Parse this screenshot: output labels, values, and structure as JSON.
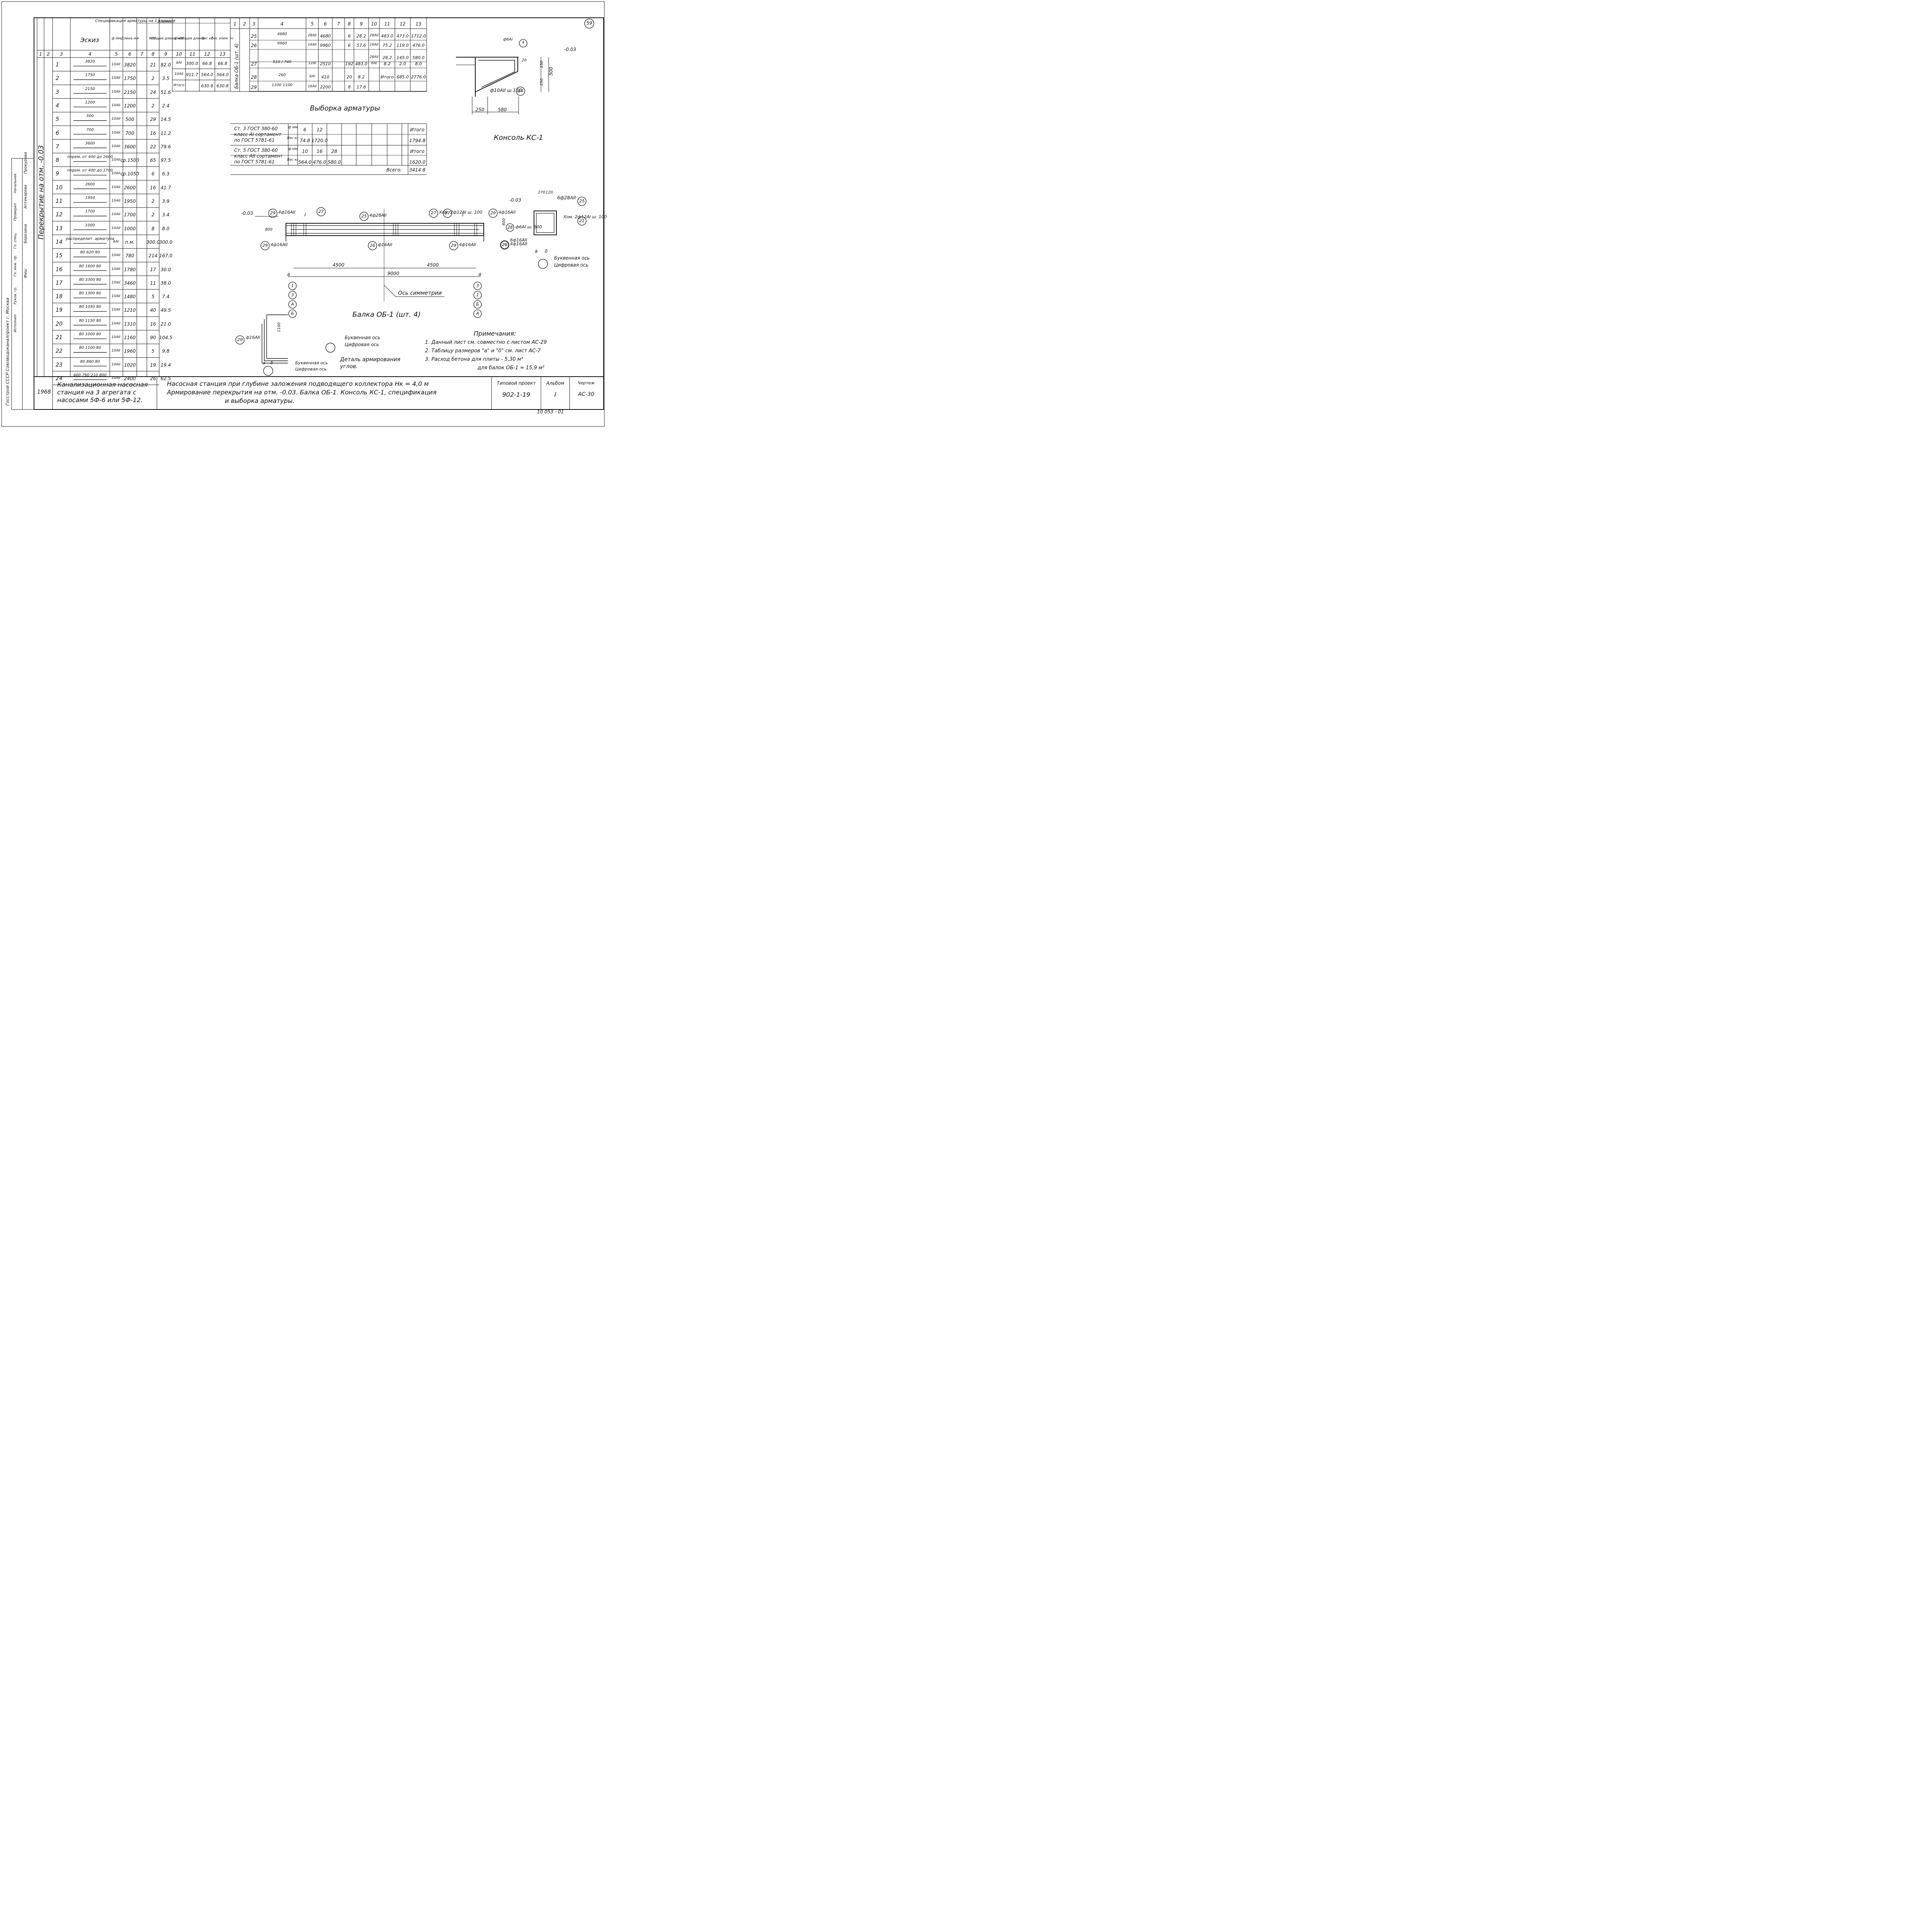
{
  "sheet_number": "59",
  "spec_table": {
    "title": "Спецификация арматуры на 1 элемент",
    "col_numbers": [
      "1",
      "2",
      "3",
      "4",
      "5",
      "6",
      "7",
      "8",
      "9",
      "10",
      "11",
      "12",
      "13"
    ],
    "headers": {
      "element": "Элемент",
      "pos": "№",
      "sketch": "Эскиз",
      "dia": "ф мм",
      "length": "Длина мм",
      "count": "Кол.",
      "total_length": "Общая длина м",
      "steel": "ф мм",
      "total": "Общая длина",
      "weight": "Вес кг",
      "weight_total": "Вес элем. кг"
    },
    "group_label": "Перекрытие на отм. -0.03",
    "rows": [
      {
        "n": "1",
        "sketch": "3820",
        "cls": "10AII",
        "len": "3820",
        "cnt": "21",
        "tot": "82.0"
      },
      {
        "n": "2",
        "sketch": "1750",
        "cls": "10AII",
        "len": "1750",
        "cnt": "2",
        "tot": "3.5"
      },
      {
        "n": "3",
        "sketch": "2150",
        "cls": "10AII",
        "len": "2150",
        "cnt": "24",
        "tot": "51.6"
      },
      {
        "n": "4",
        "sketch": "1200",
        "cls": "10AII",
        "len": "1200",
        "cnt": "2",
        "tot": "2.4"
      },
      {
        "n": "5",
        "sketch": "500",
        "cls": "10AII",
        "len": "500",
        "cnt": "29",
        "tot": "14.5"
      },
      {
        "n": "6",
        "sketch": "700",
        "cls": "10AII",
        "len": "700",
        "cnt": "16",
        "tot": "11.2"
      },
      {
        "n": "7",
        "sketch": "3600",
        "cls": "10AII",
        "len": "3600",
        "cnt": "22",
        "tot": "79.6"
      },
      {
        "n": "8",
        "sketch": "перем. от 400 до 2600",
        "cls": "10AII",
        "len": "ср.1500",
        "cnt": "65",
        "tot": "97.5"
      },
      {
        "n": "9",
        "sketch": "перем. от 400 до 1700",
        "cls": "10AII",
        "len": "ср.1050",
        "cnt": "6",
        "tot": "6.3"
      },
      {
        "n": "10",
        "sketch": "2600",
        "cls": "10AII",
        "len": "2600",
        "cnt": "16",
        "tot": "41.7"
      },
      {
        "n": "11",
        "sketch": "1950",
        "cls": "10AII",
        "len": "1950",
        "cnt": "2",
        "tot": "3.9"
      },
      {
        "n": "12",
        "sketch": "1700",
        "cls": "10AII",
        "len": "1700",
        "cnt": "2",
        "tot": "3.4"
      },
      {
        "n": "13",
        "sketch": "1000",
        "cls": "10AII",
        "len": "1000",
        "cnt": "8",
        "tot": "8.0"
      },
      {
        "n": "14",
        "sketch": "распределит. арматура",
        "cls": "6AI",
        "len": "п.м.",
        "cnt": "300.0",
        "tot": "300.0"
      },
      {
        "n": "15",
        "sketch": "80 620 80",
        "cls": "10AII",
        "len": "780",
        "cnt": "214",
        "tot": "167.0"
      },
      {
        "n": "16",
        "sketch": "80 1600 80",
        "cls": "10AII",
        "len": "1780",
        "cnt": "17",
        "tot": "30.0"
      },
      {
        "n": "17",
        "sketch": "80 3300 80",
        "cls": "10AII",
        "len": "3460",
        "cnt": "11",
        "tot": "38.0"
      },
      {
        "n": "18",
        "sketch": "80 1300 80",
        "cls": "10AII",
        "len": "1480",
        "cnt": "5",
        "tot": "7.4"
      },
      {
        "n": "19",
        "sketch": "80 1050 80",
        "cls": "10AII",
        "len": "1210",
        "cnt": "40",
        "tot": "49.5"
      },
      {
        "n": "20",
        "sketch": "80 1150 80",
        "cls": "10AII",
        "len": "1310",
        "cnt": "16",
        "tot": "21.0"
      },
      {
        "n": "21",
        "sketch": "80 1000 80",
        "cls": "10AII",
        "len": "1160",
        "cnt": "90",
        "tot": "104.5"
      },
      {
        "n": "22",
        "sketch": "80 1100 80",
        "cls": "10AII",
        "len": "1960",
        "cnt": "5",
        "tot": "9.8"
      },
      {
        "n": "23",
        "sketch": "80 860 80",
        "cls": "10AII",
        "len": "1020",
        "cnt": "19",
        "tot": "19.4"
      },
      {
        "n": "24",
        "sketch": "600 790 210 800",
        "cls": "10AII",
        "len": "2400",
        "cnt": "26",
        "tot": "62.5"
      }
    ],
    "steel_rows": [
      {
        "d": "6AI",
        "len": "300.0",
        "w": "66.8",
        "wt": "66.8"
      },
      {
        "d": "10AII",
        "len": "911.7",
        "w": "564.0",
        "wt": "564.0"
      },
      {
        "d": "Итого",
        "len": "",
        "w": "630.8",
        "wt": "630.8"
      }
    ]
  },
  "beam_table": {
    "label": "Балка ОБ-1 (шт. 4)",
    "rows": [
      {
        "n": "25",
        "sketch": "4680",
        "cls": "28AII",
        "len": "4680",
        "cnt": "6",
        "tot": "28.2",
        "c10": "28AII",
        "c11": "483.0",
        "c12": "473.0",
        "c13": "1712.0"
      },
      {
        "n": "26",
        "sketch": "9960",
        "cls": "16AII",
        "len": "9960",
        "cnt": "6",
        "tot": "57.6",
        "c10": "16AII",
        "c11": "75.2",
        "c12": "119.0",
        "c13": "476.0"
      },
      {
        "n": "",
        "sketch": "",
        "cls": "",
        "len": "",
        "cnt": "",
        "tot": "",
        "c10": "28AII",
        "c11": "28.2",
        "c12": "145.0",
        "c13": "580.0"
      },
      {
        "n": "27",
        "sketch": "510 / 740",
        "cls": "12AI",
        "len": "2510",
        "cnt": "192",
        "tot": "483.0",
        "c10": "6AI",
        "c11": "8.2",
        "c12": "2.0",
        "c13": "8.0"
      },
      {
        "n": "28",
        "sketch": "260",
        "cls": "6AI",
        "len": "410",
        "cnt": "20",
        "tot": "8.2",
        "c10": "",
        "c11": "Итого",
        "c12": "685.0",
        "c13": "2776.0"
      },
      {
        "n": "29",
        "sketch": "1100 1100",
        "cls": "16AII",
        "len": "2200",
        "cnt": "8",
        "tot": "17.6",
        "c10": "",
        "c11": "",
        "c12": "",
        "c13": ""
      }
    ]
  },
  "selection": {
    "title": "Выборка арматуры",
    "rows": [
      {
        "desc": "Ст. 3 ГОСТ 380-60 класс АI сортамент по ГОСТ 5781-61",
        "k1": "ф мм",
        "v1": [
          "6",
          "12"
        ],
        "k2": "Вес кг",
        "v2": [
          "74.8",
          "1720.0"
        ],
        "i1": "Итого",
        "i2": "1794.8"
      },
      {
        "desc": "Ст. 5 ГОСТ 380-60 класс АII сортамент по ГОСТ 5781-61",
        "k1": "ф мм",
        "v1": [
          "10",
          "16",
          "28"
        ],
        "k2": "Вес кг",
        "v2": [
          "564.0",
          "476.0",
          "580.0"
        ],
        "i1": "Итого",
        "i2": "1620.0"
      }
    ],
    "total_label": "Всего:",
    "total": "3414.8"
  },
  "console": {
    "title": "Консоль КС-1",
    "dims": [
      "250",
      "580",
      "250",
      "250",
      "500",
      "20"
    ],
    "mark": "-0.03",
    "rebar": "ф10АII ш.150",
    "pos": "24",
    "top_rebar": "ф6AI",
    "top_pos": "4"
  },
  "beam": {
    "title": "Балка ОБ-1 (шт. 4)",
    "mark": "-0.03",
    "height": "800",
    "spans": [
      "4500",
      "4500"
    ],
    "total_span": "9000",
    "axis_label": "Ось симметрии",
    "left_axes": [
      "1",
      "3",
      "А",
      "Б"
    ],
    "right_axes": [
      "3",
      "1",
      "Б",
      "А"
    ],
    "section_marks": [
      "I",
      "I"
    ],
    "a": "a",
    "d": "δ",
    "callouts": [
      {
        "pos": "29",
        "txt": "4ф16АII"
      },
      {
        "pos": "27",
        "txt": ""
      },
      {
        "pos": "25",
        "txt": "4ф28АII"
      },
      {
        "pos": "27",
        "txt": "Хом. 2ф12АI ш. 100"
      },
      {
        "pos": "27",
        "txt": ""
      },
      {
        "pos": "29",
        "txt": "4ф16АII"
      },
      {
        "pos": "29",
        "txt": "4ф16АII"
      },
      {
        "pos": "26",
        "txt": "ф16АII"
      },
      {
        "pos": "29",
        "txt": "4ф16АII"
      },
      {
        "pos": "26",
        "txt": "4ф16АII"
      }
    ]
  },
  "section": {
    "mark": "-0.03",
    "dims": [
      "270",
      "120",
      "800"
    ],
    "top": "6ф28АII",
    "top_pos": "25",
    "stirrup": "Хом. 2ф12АI ш. 100",
    "stirrup_pos": "21",
    "middle": "ф6АI ш. 500",
    "middle_pos": "28",
    "bottom": "6ф16АII",
    "bottom_pos": "26",
    "a": "a",
    "d": "δ",
    "letter_axis": "Буквенная ось",
    "digit_axis": "Цифровая ось"
  },
  "corner": {
    "title": "Деталь армирования углов.",
    "pos": "29",
    "rebar": "ф16АII",
    "dim": "1100",
    "letter_axis": "Буквенная ось",
    "digit_axis": "Цифровая ось",
    "a": "a",
    "d": "δ"
  },
  "notes": {
    "title": "Примечания:",
    "items": [
      "1. Данный лист см. совместно с листом АС-29",
      "2. Таблицу размеров \"а\" и \"δ\" см. лист АС-7",
      "3. Расход бетона для плиты - 5,30 м³",
      "для балок ОБ-1 = 15,9 м³"
    ]
  },
  "stamp": {
    "org": "Госстрой СССР Союзводоканалпроект г. Москва",
    "year": "1968",
    "station": "Канализационная насосная станция на 3 агрегата с насосами 5Ф-6 или 5Ф-12.",
    "line1": "Насосная станция при глубине заложения подводящего коллектора Нк = 4,0 м",
    "line2": "Армирование перекрытия на отм. -0.03. Балка ОБ-1. Консоль КС-1, спецификация",
    "line3": "и выборка арматуры.",
    "typical_label": "Типовой проект",
    "typical": "902-1-19",
    "album_label": "Альбом",
    "album": "I",
    "sheet_label": "Чертеж",
    "sheet": "АС-30",
    "roles": [
      "Исполнил",
      "Руков. гр.",
      "Гл. инж. пр.",
      "Гл. спец.",
      "Проверил",
      "Начальник"
    ],
    "names": [
      "Фиш",
      "Березина",
      "Аптекарева",
      "Прокурова"
    ],
    "bottom_code": "10 053 - 01"
  }
}
